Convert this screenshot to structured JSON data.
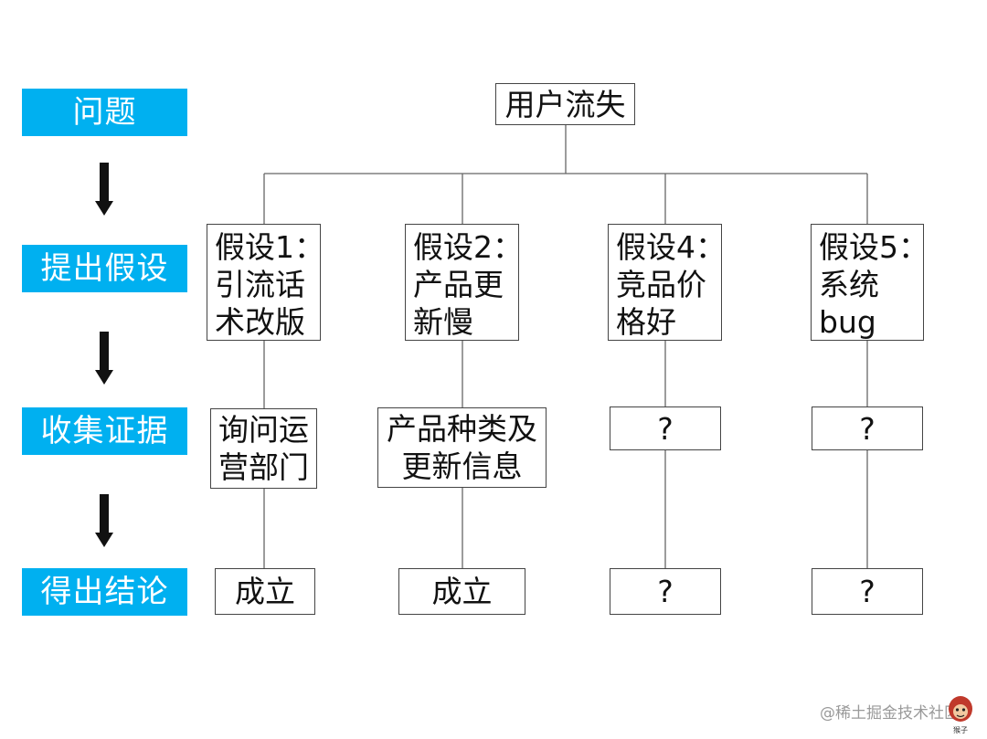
{
  "steps": {
    "question": "问题",
    "hypothesis": "提出假设",
    "evidence": "收集证据",
    "conclusion": "得出结论"
  },
  "root": "用户流失",
  "hypotheses": [
    {
      "line1": "假设1：",
      "line2": "引流话",
      "line3": "术改版"
    },
    {
      "line1": "假设2：",
      "line2": "产品更",
      "line3": "新慢"
    },
    {
      "line1": "假设4：",
      "line2": "竞品价",
      "line3": "格好"
    },
    {
      "line1": "假设5：",
      "line2": "系统",
      "line3": "bug"
    }
  ],
  "evidence": [
    {
      "line1": "询问运",
      "line2": "营部门"
    },
    {
      "line1": "产品种类及",
      "line2": "更新信息"
    },
    {
      "line1": "?"
    },
    {
      "line1": "?"
    }
  ],
  "conclusions": [
    "成立",
    "成立",
    "?",
    "?"
  ],
  "watermark": "@稀土掘金技术社区",
  "avatar_caption": "猴子",
  "colors": {
    "step_fill": "#00b0f0",
    "box_border": "#444444",
    "connector": "#666666",
    "arrow": "#111111"
  }
}
